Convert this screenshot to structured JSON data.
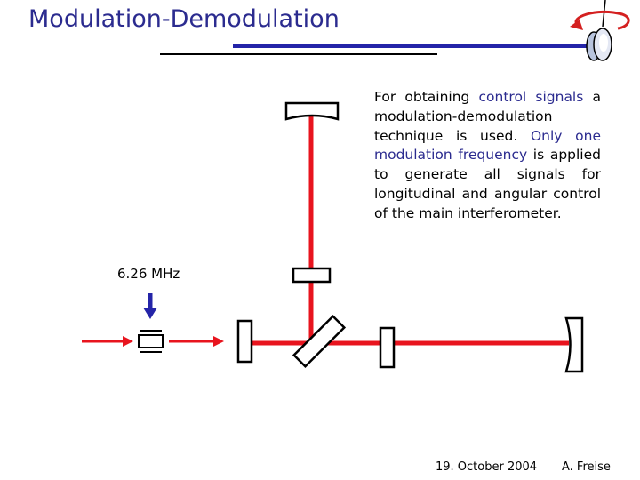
{
  "slide": {
    "title": "Modulation-Demodulation"
  },
  "description": {
    "part1": "For obtaining ",
    "highlight1": "control signals",
    "part2": " a modulation-demodulation technique is used. ",
    "highlight2": "Only one modulation frequency",
    "part3": " is applied to generate all signals for longitudinal and angular control of the main interferometer."
  },
  "diagram": {
    "modulation_frequency": "6.26 MHz"
  },
  "footer": {
    "date": "19. October 2004",
    "author": "A. Freise"
  },
  "colors": {
    "title": "#2b2b8f",
    "highlight": "#2b2b8f",
    "beam": "#e8141e",
    "arrow_blue": "#2424a8"
  }
}
